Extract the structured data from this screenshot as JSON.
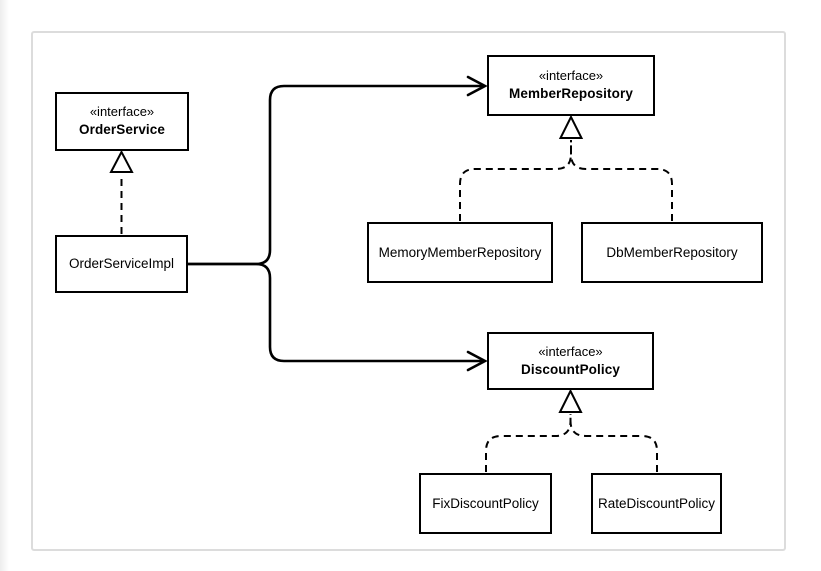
{
  "diagram": {
    "kind": "uml-class-diagram",
    "nodes": {
      "order_service": {
        "stereotype": "«interface»",
        "name": "OrderService"
      },
      "order_service_impl": {
        "name": "OrderServiceImpl"
      },
      "member_repository": {
        "stereotype": "«interface»",
        "name": "MemberRepository"
      },
      "memory_member_repository": {
        "name": "MemoryMemberRepository"
      },
      "db_member_repository": {
        "name": "DbMemberRepository"
      },
      "discount_policy": {
        "stereotype": "«interface»",
        "name": "DiscountPolicy"
      },
      "fix_discount_policy": {
        "name": "FixDiscountPolicy"
      },
      "rate_discount_policy": {
        "name": "RateDiscountPolicy"
      }
    },
    "edges": [
      {
        "from": "OrderServiceImpl",
        "to": "OrderService",
        "type": "realization",
        "style": "dashed-hollow-triangle"
      },
      {
        "from": "OrderServiceImpl",
        "to": "MemberRepository",
        "type": "dependency",
        "style": "solid-open-arrow"
      },
      {
        "from": "OrderServiceImpl",
        "to": "DiscountPolicy",
        "type": "dependency",
        "style": "solid-open-arrow"
      },
      {
        "from": "MemoryMemberRepository",
        "to": "MemberRepository",
        "type": "realization",
        "style": "dashed-hollow-triangle"
      },
      {
        "from": "DbMemberRepository",
        "to": "MemberRepository",
        "type": "realization",
        "style": "dashed-hollow-triangle"
      },
      {
        "from": "FixDiscountPolicy",
        "to": "DiscountPolicy",
        "type": "realization",
        "style": "dashed-hollow-triangle"
      },
      {
        "from": "RateDiscountPolicy",
        "to": "DiscountPolicy",
        "type": "realization",
        "style": "dashed-hollow-triangle"
      }
    ],
    "colors": {
      "line": "#000000",
      "box_border": "#000000",
      "box_fill": "#ffffff",
      "frame_border": "#dcdcdc",
      "background": "#ffffff"
    }
  }
}
